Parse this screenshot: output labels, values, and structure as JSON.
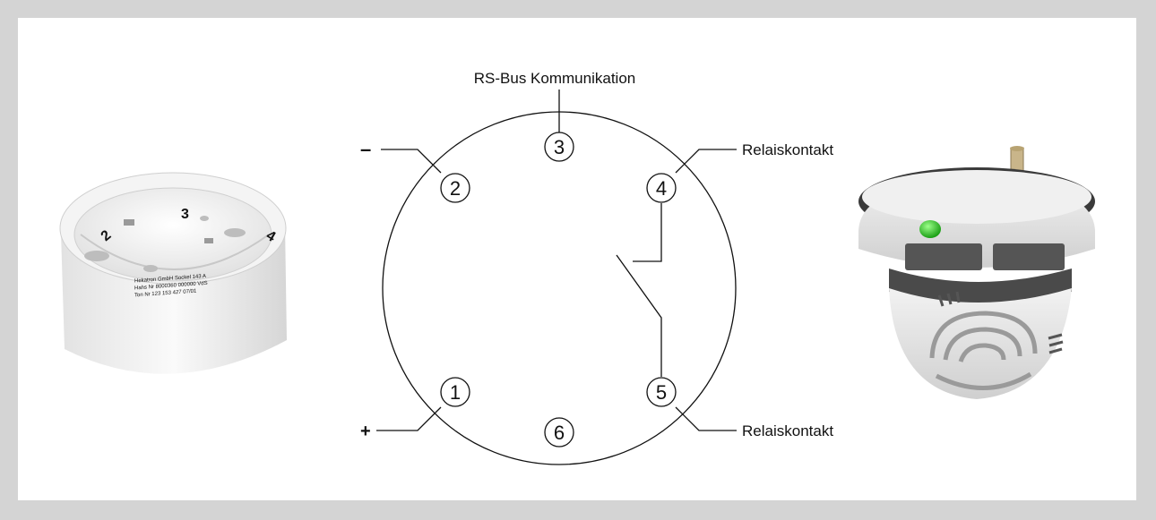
{
  "diagram": {
    "top_label": "RS-Bus Kommunikation",
    "relay_label_top": "Relaiskontakt",
    "relay_label_bottom": "Relaiskontakt",
    "minus_label": "–",
    "plus_label": "+",
    "terminals": {
      "t1": "1",
      "t2": "2",
      "t3": "3",
      "t4": "4",
      "t5": "5",
      "t6": "6"
    }
  },
  "base_photo": {
    "title_digits": [
      "2",
      "3",
      "4"
    ],
    "sticker_lines": [
      "Hekatron GmbH  Sockel 143 A",
      "Hahs Nr 8000360 000000  VdS",
      "Ton Nr 123 153 427       07/01"
    ]
  },
  "colors": {
    "led": "#23c21e",
    "frame": "#d4d4d4",
    "device": "#eeeeee"
  }
}
